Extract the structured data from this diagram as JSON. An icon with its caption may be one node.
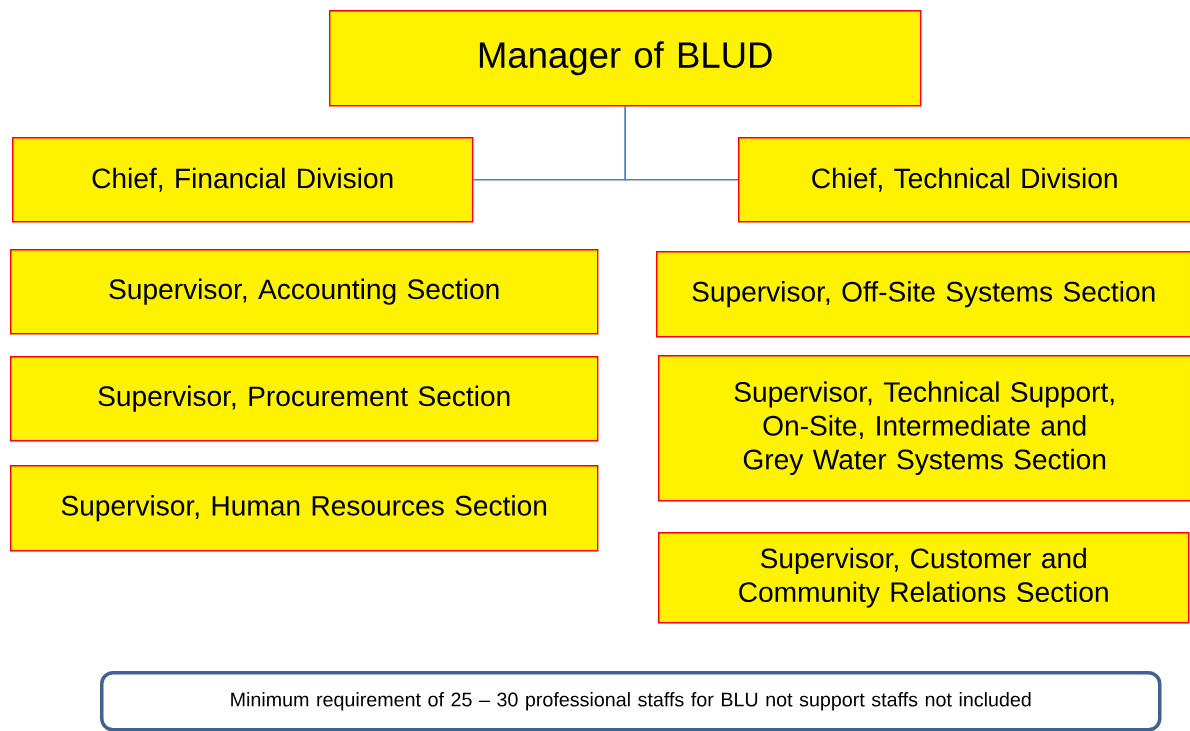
{
  "diagram": {
    "nodes": [
      {
        "text": [
          "Manager of BLUD"
        ]
      },
      {
        "text": [
          "Chief, Financial Division"
        ]
      },
      {
        "text": [
          "Chief, Technical Division"
        ]
      },
      {
        "text": [
          "Supervisor, Accounting Section"
        ]
      },
      {
        "text": [
          "Supervisor, Procurement Section"
        ]
      },
      {
        "text": [
          "Supervisor, Human Resources Section"
        ]
      },
      {
        "text": [
          "Supervisor, Off-Site Systems Section"
        ]
      },
      {
        "text": [
          "Supervisor, Technical Support, On-Site, Intermediate and Grey Water Systems Section"
        ]
      },
      {
        "text": [
          "Supervisor, Customer and Community Relations Section"
        ]
      },
      {
        "text": [
          "Minimum requirement of  25 – 30 professional staffs for BLU not support  staffs not included"
        ]
      }
    ],
    "edges": [
      {
        "from": 0,
        "to": 1,
        "arrow": "none"
      },
      {
        "from": 0,
        "to": 2,
        "arrow": "none"
      }
    ]
  }
}
